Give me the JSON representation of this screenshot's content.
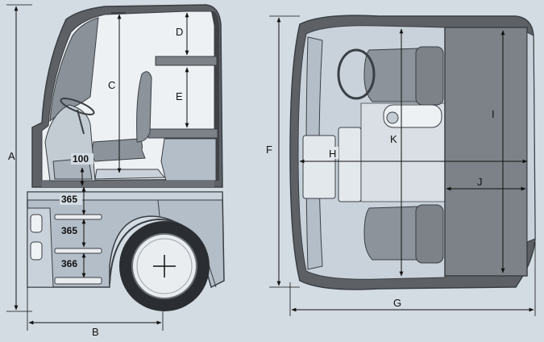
{
  "dimension_labels": {
    "a": "A",
    "b": "B",
    "c": "C",
    "d": "D",
    "e": "E",
    "f": "F",
    "g": "G",
    "h": "H",
    "i": "I",
    "j": "J",
    "k": "K"
  },
  "step_values": [
    "100",
    "365",
    "365",
    "366"
  ],
  "colors": {
    "background": "#d3dce3",
    "body_panel": "#b4bec8",
    "body_light": "#c9d2da",
    "outline": "#3a3f45",
    "cab_dark": "#5d6166",
    "bunk_fill": "#7c8288",
    "seat": "#8c939a",
    "tyre": "#2a2d31",
    "wheel": "#e9edf0"
  }
}
